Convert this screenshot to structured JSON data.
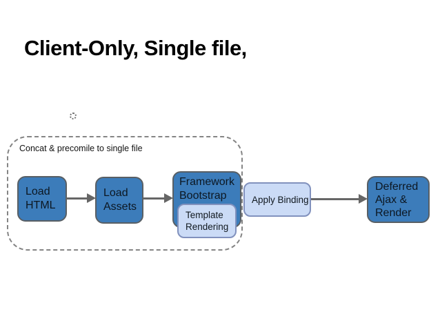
{
  "title": "Client-Only, Single file,",
  "group": {
    "label": "Concat & precomile to single file"
  },
  "nodes": {
    "load_html": {
      "label": "Load\nHTML"
    },
    "load_assets": {
      "label": "Load\nAssets"
    },
    "framework_bootstrap": {
      "label": "Framework\nBootstrap"
    },
    "template_rendering": {
      "label": "Template\nRendering"
    },
    "apply_binding": {
      "label": "Apply Binding"
    },
    "deferred_ajax_render": {
      "label": "Deferred\nAjax &\nRender"
    }
  },
  "flow_order": [
    "load_html",
    "load_assets",
    "framework_bootstrap",
    "apply_binding",
    "deferred_ajax_render"
  ],
  "colors": {
    "title": "#000000",
    "primary_node_fill": "#3c7cba",
    "primary_node_border": "#595f64",
    "secondary_node_fill": "#cbdbf6",
    "secondary_node_border": "#8191bd",
    "arrow": "#666666",
    "group_border": "#848484"
  }
}
